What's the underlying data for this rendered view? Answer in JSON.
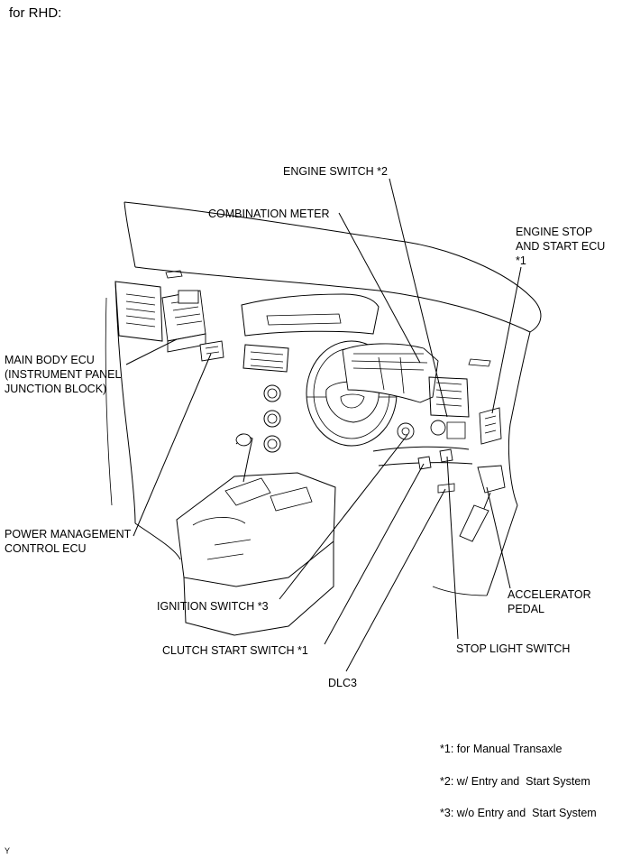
{
  "header": "for RHD:",
  "labels": {
    "engine_switch": "ENGINE SWITCH *2",
    "combination_meter": "COMBINATION METER",
    "engine_stop_ecu": "ENGINE STOP\nAND START ECU\n*1",
    "main_body_ecu": "MAIN BODY ECU\n(INSTRUMENT PANEL\nJUNCTION BLOCK)",
    "power_management": "POWER MANAGEMENT\nCONTROL ECU",
    "ignition_switch": "IGNITION SWITCH *3",
    "clutch_start_switch": "CLUTCH START SWITCH *1",
    "dlc3": "DLC3",
    "accelerator_pedal": "ACCELERATOR\nPEDAL",
    "stop_light_switch": "STOP LIGHT SWITCH"
  },
  "notes": [
    "*1: for Manual Transaxle",
    "*2: w/ Entry and  Start System",
    "*3: w/o Entry and  Start System"
  ],
  "corner_mark": "Y"
}
